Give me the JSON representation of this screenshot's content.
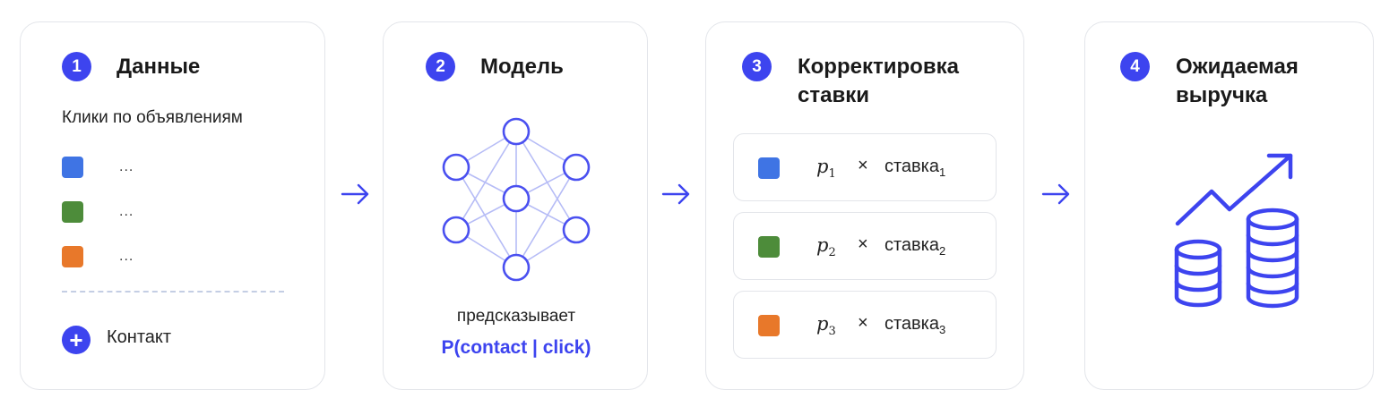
{
  "colors": {
    "accent": "#3d44ef",
    "blue": "#3f74e4",
    "green": "#4d8c3a",
    "orange": "#e8782a",
    "node": "#4a50f0",
    "edge": "#b6bcf6"
  },
  "steps": [
    {
      "number": "1",
      "title": "Данные",
      "subtitle": "Клики по объявлениям",
      "items": [
        {
          "color": "blue",
          "text": "..."
        },
        {
          "color": "green",
          "text": "..."
        },
        {
          "color": "orange",
          "text": "..."
        }
      ],
      "contact_label": "Контакт"
    },
    {
      "number": "2",
      "title": "Модель",
      "caption": "предсказывает",
      "formula": "P(contact | click)"
    },
    {
      "number": "3",
      "title": "Корректировка\nставки",
      "rows": [
        {
          "color": "blue",
          "var": "p",
          "index": "1",
          "op": "×",
          "bid": "ставка",
          "bid_index": "1"
        },
        {
          "color": "green",
          "var": "p",
          "index": "2",
          "op": "×",
          "bid": "ставка",
          "bid_index": "2"
        },
        {
          "color": "orange",
          "var": "p",
          "index": "3",
          "op": "×",
          "bid": "ставка",
          "bid_index": "3"
        }
      ]
    },
    {
      "number": "4",
      "title": "Ожидаемая\nвыручка",
      "icon": "revenue-growth-icon"
    }
  ],
  "connector_icon": "arrow-right-icon",
  "network_icon": "neural-network-icon"
}
